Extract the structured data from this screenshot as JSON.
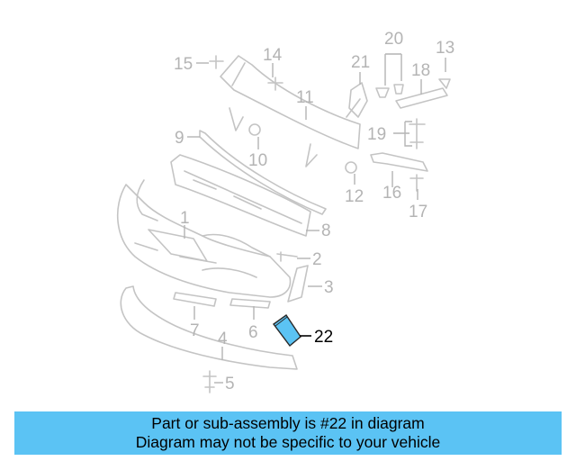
{
  "colors": {
    "caption_background": "#5bc3f4",
    "highlighted_part": "#5bc3f4",
    "ghost_lines": "#c4c4c4",
    "highlighted_label": "#000000"
  },
  "diagram": {
    "callouts": {
      "c1": "1",
      "c2": "2",
      "c3": "3",
      "c4": "4",
      "c5": "5",
      "c6": "6",
      "c7": "7",
      "c8": "8",
      "c9": "9",
      "c10": "10",
      "c11": "11",
      "c12": "12",
      "c13": "13",
      "c14": "14",
      "c15": "15",
      "c16": "16",
      "c17": "17",
      "c18": "18",
      "c19": "19",
      "c20": "20",
      "c21": "21",
      "c22": "22"
    },
    "highlighted_callout": "22"
  },
  "caption": {
    "line1": "Part or sub-assembly is #22 in diagram",
    "line2": "Diagram may not be specific to your vehicle"
  }
}
